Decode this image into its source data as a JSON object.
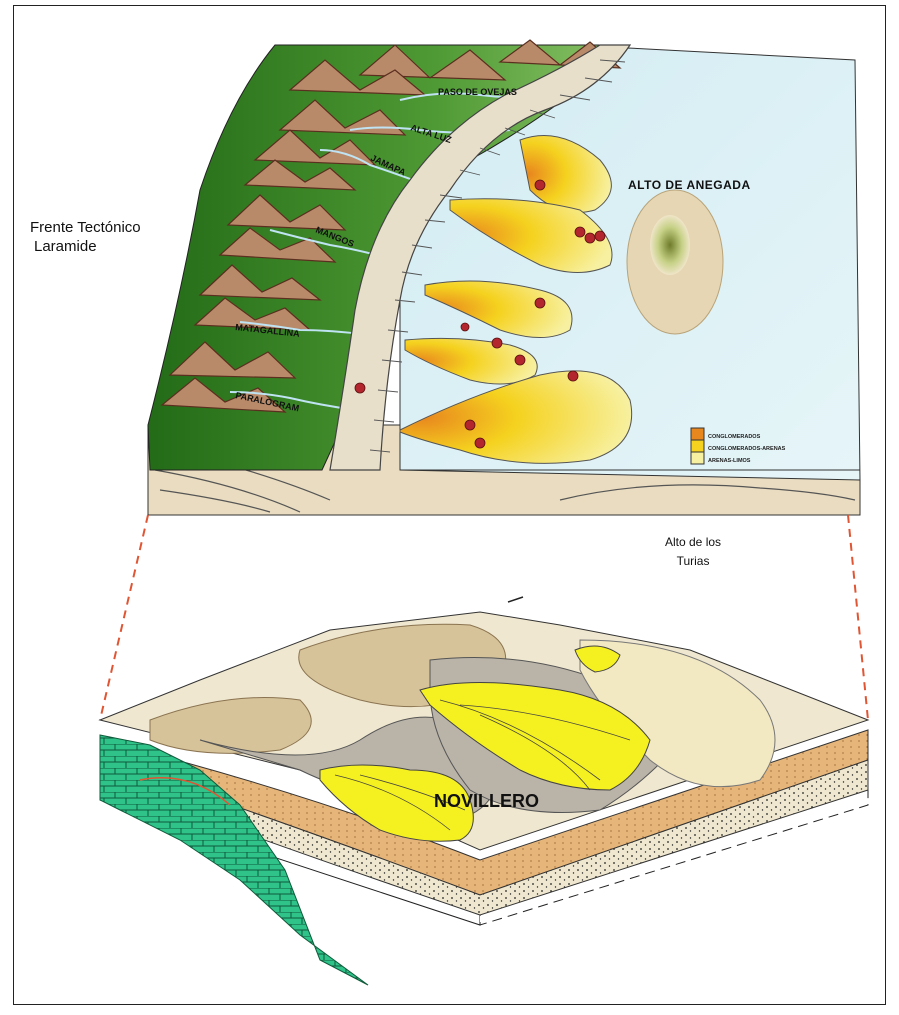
{
  "labels": {
    "frente_line1": "Frente Tectónico",
    "frente_line2": "Laramide",
    "alto_anegada": "ALTO DE ANEGADA",
    "alto_turias_line1": "Alto de los",
    "alto_turias_line2": "Turias",
    "novillero": "NOVILLERO"
  },
  "streams": [
    "PASO DE OVEJAS",
    "ALTA LUZ",
    "JAMAPA",
    "MANGOS",
    "MATAGALLINA",
    "PARALOGRAM"
  ],
  "legend": [
    {
      "color": "#e8871e",
      "label": "CONGLOMERADOS"
    },
    {
      "color": "#f5d21f",
      "label": "CONGLOMERADOS-ARENAS"
    },
    {
      "color": "#f7f0a0",
      "label": "ARENAS-LIMOS"
    }
  ],
  "colors": {
    "range": "#2e7d1f",
    "sea": "#d9eef5",
    "fan_proximal": "#e8871e",
    "fan_mid": "#f5d21f",
    "fan_distal": "#f7f0a0",
    "carbonate": "#2fc38a",
    "sediment": "#d6c39a"
  }
}
